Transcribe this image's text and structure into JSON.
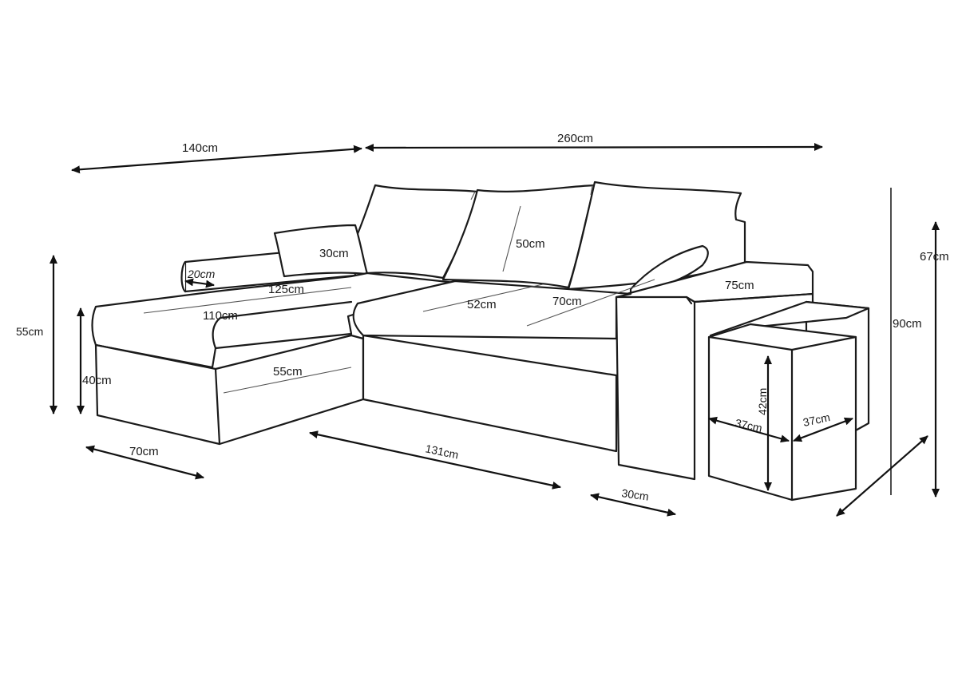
{
  "diagram": {
    "dimensions": {
      "width_left": "140cm",
      "width_right": "260cm",
      "height_left_total": "55cm",
      "height_left_seat": "40cm",
      "depth_left": "70cm",
      "armrest_width": "20cm",
      "pillow_small": "30cm",
      "back_cushion": "50cm",
      "chaise_length": "125cm",
      "chaise_inner": "110cm",
      "chaise_base": "55cm",
      "seat_depth": "52cm",
      "seat_back_depth": "70cm",
      "right_arm_length": "75cm",
      "sleep_length": "131cm",
      "arm_depth": "30cm",
      "pouf_height": "42cm",
      "pouf_width": "37cm",
      "pouf_depth": "37cm",
      "height_back": "90cm",
      "height_arm": "67cm"
    }
  }
}
